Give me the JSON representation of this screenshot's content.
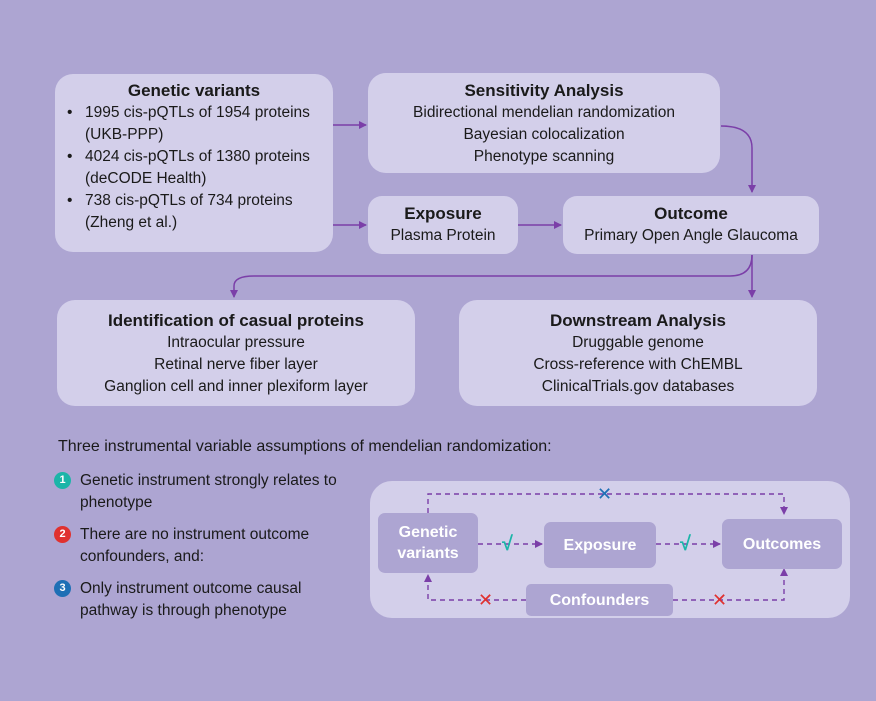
{
  "genetic_variants": {
    "title": "Genetic variants",
    "items": [
      {
        "line1": "1995 cis-pQTLs of 1954 proteins",
        "line2": "(UKB-PPP)"
      },
      {
        "line1": "4024 cis-pQTLs of 1380 proteins",
        "line2": "(deCODE Health)"
      },
      {
        "line1": "738 cis-pQTLs of 734 proteins",
        "line2": "(Zheng et al.)"
      }
    ]
  },
  "sensitivity": {
    "title": "Sensitivity Analysis",
    "lines": [
      "Bidirectional mendelian randomization",
      "Bayesian colocalization",
      "Phenotype scanning"
    ]
  },
  "exposure": {
    "title": "Exposure",
    "line": "Plasma Protein"
  },
  "outcome": {
    "title": "Outcome",
    "line": "Primary Open Angle Glaucoma"
  },
  "identification": {
    "title": "Identification of casual proteins",
    "lines": [
      "Intraocular pressure",
      "Retinal nerve fiber layer",
      "Ganglion cell and inner plexiform layer"
    ]
  },
  "downstream": {
    "title": "Downstream Analysis",
    "lines": [
      "Druggable genome",
      "Cross-reference with ChEMBL",
      "ClinicalTrials.gov databases"
    ]
  },
  "assumptions": {
    "intro": "Three instrumental variable assumptions of mendelian randomization:",
    "items": [
      {
        "num": "1",
        "line1": "Genetic instrument strongly relates to",
        "line2": "phenotype",
        "color": "#1BB5A8"
      },
      {
        "num": "2",
        "line1": "There are no instrument outcome",
        "line2": "confounders, and:",
        "color": "#E0312F"
      },
      {
        "num": "3",
        "line1": "Only instrument outcome causal",
        "line2": "pathway is through phenotype",
        "color": "#1E6FB5"
      }
    ]
  },
  "mini_diagram": {
    "genetic_line1": "Genetic",
    "genetic_line2": "variants",
    "exposure": "Exposure",
    "outcomes": "Outcomes",
    "confounders": "Confounders",
    "check_symbol": "√",
    "cross_symbol": "✕"
  },
  "colors": {
    "background": "#ADA5D2",
    "box": "#D3CFEA",
    "arrow": "#7B3FA8",
    "check": "#1BB5A8",
    "cross_red": "#E0312F",
    "cross_blue": "#1E6FB5"
  }
}
